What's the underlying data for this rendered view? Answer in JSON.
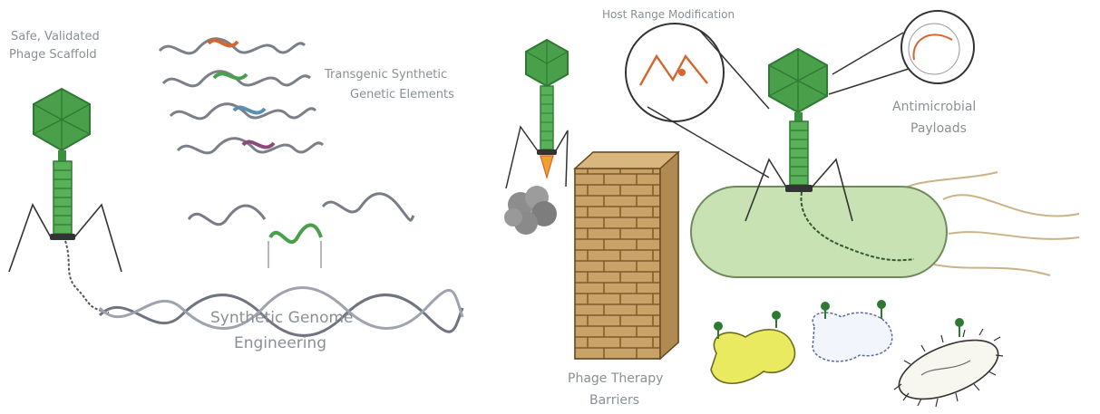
{
  "labels": {
    "scaffold": [
      "Safe, Validated",
      "Phage Scaffold"
    ],
    "elements": [
      "Transgenic Synthetic",
      "Genetic Elements"
    ],
    "engineering": [
      "Synthetic Genome",
      "Engineering"
    ],
    "host_range": "Host Range Modification",
    "payloads": [
      "Antimicrobial",
      "Payloads"
    ],
    "barriers": [
      "Phage Therapy",
      "Barriers"
    ]
  },
  "colors": {
    "phage_green": "#4aa04a",
    "phage_dark": "#2f7a32",
    "bacterium_fill": "#c8e2b4",
    "bacterium_yellow": "#eaea60",
    "brick": "#c9a267",
    "dna": "#6f7480",
    "accent_orange": "#d2662e",
    "label_gray": "#8a8f96"
  }
}
